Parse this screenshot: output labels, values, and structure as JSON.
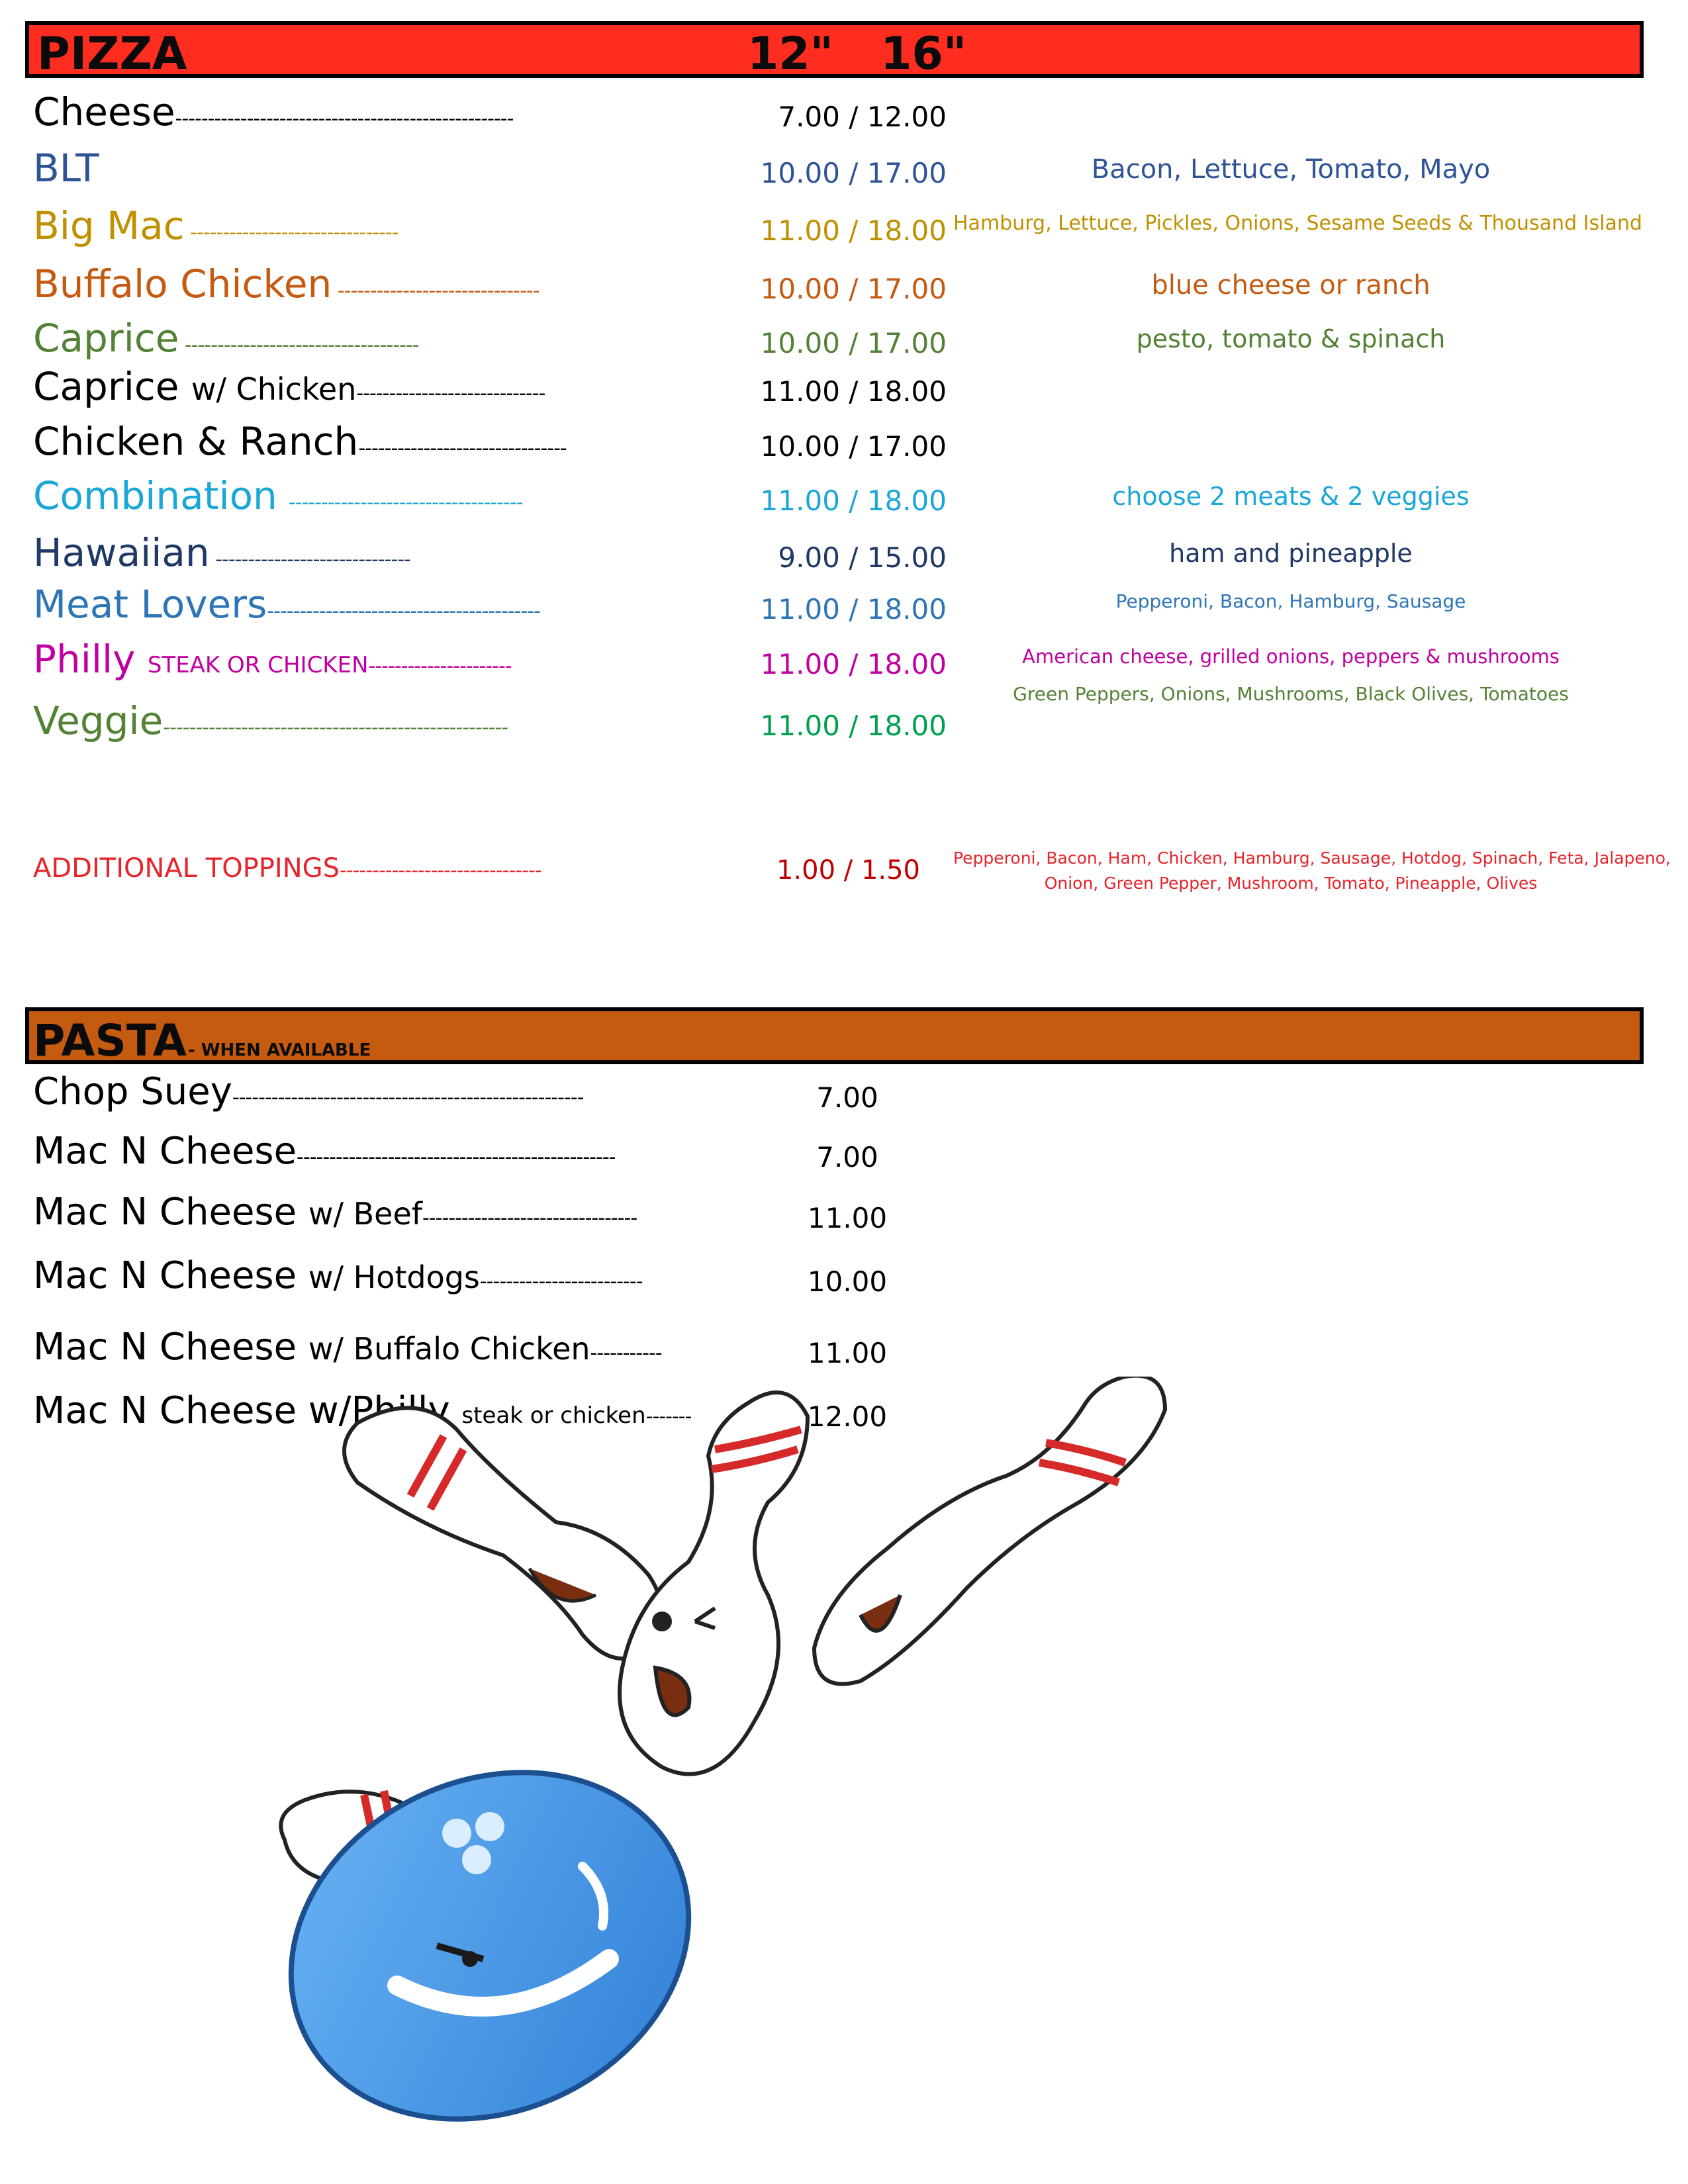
{
  "pizza": {
    "title": "PIZZA",
    "sizes": "12\"   16\"",
    "header_color": "#ff2d20",
    "items": [
      {
        "name": "Cheese",
        "name_sub": "",
        "dashes": "----------------------------------------------------",
        "price": "7.00 / 12.00",
        "desc": "",
        "color": "#000000"
      },
      {
        "name": "BLT",
        "name_sub": "",
        "dashes": "",
        "price": "10.00 / 17.00",
        "desc": "Bacon, Lettuce, Tomato, Mayo",
        "color": "#2f5496"
      },
      {
        "name": "Big Mac",
        "name_sub": "",
        "dashes": " --------------------------------",
        "price": "11.00 / 18.00",
        "desc": "Hamburg, Lettuce, Pickles, Onions, Sesame Seeds & Thousand Island",
        "color": "#bf9000"
      },
      {
        "name": "Buffalo Chicken",
        "name_sub": "",
        "dashes": " -------------------------------",
        "price": "10.00 / 17.00",
        "desc": "blue cheese or ranch",
        "color": "#c55a11"
      },
      {
        "name": "Caprice",
        "name_sub": "",
        "dashes": " ------------------------------------",
        "price": "10.00 / 17.00",
        "desc": "pesto, tomato & spinach",
        "color": "#538135"
      },
      {
        "name": "Caprice",
        "name_sub": "w/ Chicken",
        "dashes": "-----------------------------",
        "price": "11.00 / 18.00",
        "desc": "",
        "color": "#000000"
      },
      {
        "name": "Chicken & Ranch",
        "name_sub": "",
        "dashes": "--------------------------------",
        "price": "10.00 / 17.00",
        "desc": "",
        "color": "#000000"
      },
      {
        "name": "Combination",
        "name_sub": "",
        "dashes": "  ------------------------------------",
        "price": "11.00 / 18.00",
        "desc": "choose 2 meats & 2 veggies",
        "color": "#1aa7d8"
      },
      {
        "name": "Hawaiian",
        "name_sub": "",
        "dashes": " ------------------------------",
        "price": "9.00 / 15.00",
        "desc": "ham and pineapple",
        "color": "#1f3864"
      },
      {
        "name": "Meat Lovers",
        "name_sub": "",
        "dashes": "------------------------------------------",
        "price": "11.00 / 18.00",
        "desc": "Pepperoni, Bacon, Hamburg, Sausage",
        "color": "#2e75b6"
      },
      {
        "name": "Philly",
        "name_sub": "STEAK OR CHICKEN",
        "dashes": "----------------------",
        "price": "11.00 / 18.00",
        "desc": "American cheese, grilled onions, peppers & mushrooms",
        "color": "#c000a0"
      },
      {
        "name": "Veggie",
        "name_sub": "",
        "dashes": "-----------------------------------------------------",
        "price": "11.00 / 18.00",
        "desc": "Green Peppers, Onions, Mushrooms, Black Olives, Tomatoes",
        "color": "#538135",
        "price_color": "#00a050"
      }
    ],
    "additional": {
      "name": "ADDITIONAL TOPPINGS",
      "dashes": "-------------------------------",
      "price": "1.00 / 1.50",
      "desc_line1": "Pepperoni, Bacon, Ham, Chicken, Hamburg, Sausage, Hotdog, Spinach, Feta, Jalapeno,",
      "desc_line2": "Onion, Green Pepper, Mushroom, Tomato, Pineapple, Olives",
      "color": "#e5242b"
    }
  },
  "pasta": {
    "title": "PASTA",
    "subtitle": "- WHEN AVAILABLE",
    "header_color": "#c55a11",
    "items": [
      {
        "name": "Chop Suey",
        "name_sub": "",
        "name_small": "",
        "dashes": "------------------------------------------------------",
        "price": "7.00"
      },
      {
        "name": "Mac N Cheese",
        "name_sub": "",
        "name_small": "",
        "dashes": "-------------------------------------------------",
        "price": "7.00"
      },
      {
        "name": "Mac N Cheese",
        "name_sub": "w/ Beef",
        "name_small": "",
        "dashes": "---------------------------------",
        "price": "11.00"
      },
      {
        "name": "Mac N Cheese",
        "name_sub": "w/ Hotdogs",
        "name_small": "",
        "dashes": "-------------------------",
        "price": "10.00"
      },
      {
        "name": "Mac N Cheese",
        "name_sub": "w/ Buffalo Chicken",
        "name_small": "",
        "dashes": "-----------",
        "price": "11.00"
      },
      {
        "name": "Mac N Cheese w/Philly",
        "name_sub": "",
        "name_small": "steak  or chicken",
        "dashes": "-------",
        "price": "12.00"
      }
    ]
  },
  "illustration": {
    "icon": "bowling-ball-and-pins-illustration",
    "ball_color": "#4a9eec",
    "stripe_color": "#d62a2a"
  }
}
